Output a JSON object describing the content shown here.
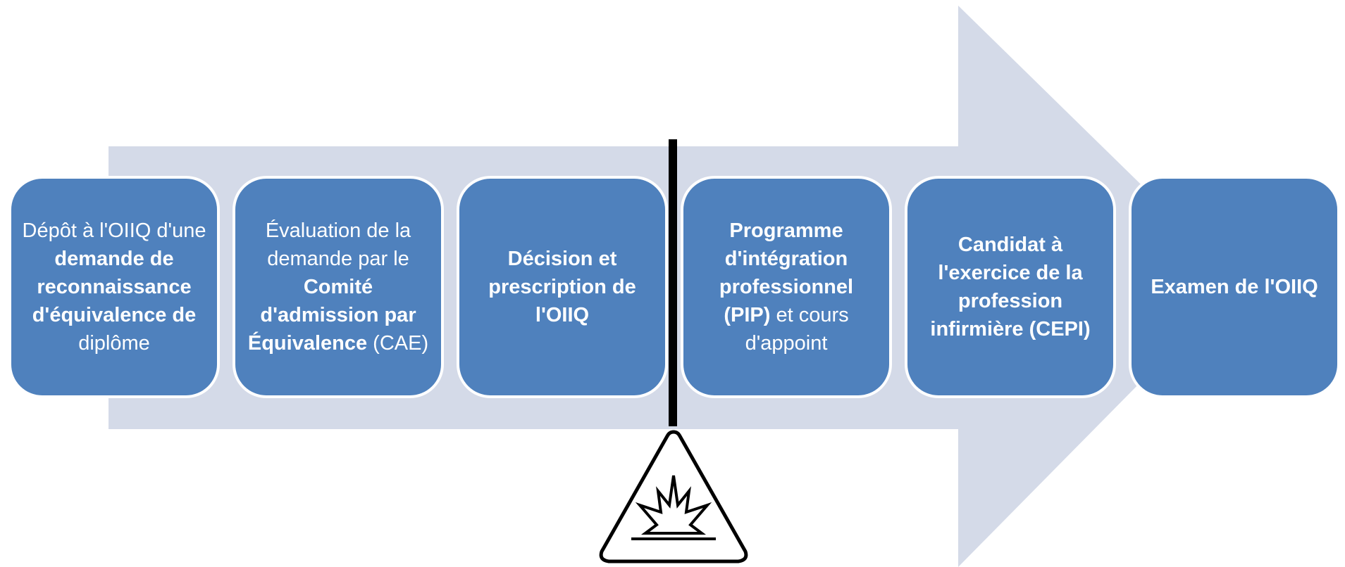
{
  "steps": [
    {
      "id": "step-1",
      "parts": [
        {
          "text": "Dépôt à l'OIIQ d'une ",
          "bold": false
        },
        {
          "text": "demande de reconnaissance d'équivalence de",
          "bold": true
        },
        {
          "text": " diplôme",
          "bold": false
        }
      ]
    },
    {
      "id": "step-2",
      "parts": [
        {
          "text": "Évaluation de la demande par le ",
          "bold": false
        },
        {
          "text": "Comité d'admission par Équivalence",
          "bold": true
        },
        {
          "text": " (CAE)",
          "bold": false
        }
      ]
    },
    {
      "id": "step-3",
      "parts": [
        {
          "text": "Décision et prescription de l'OIIQ",
          "bold": true
        }
      ]
    },
    {
      "id": "step-4",
      "parts": [
        {
          "text": "Programme d'intégration professionnel (PIP)",
          "bold": true
        },
        {
          "text": " et cours d'appoint",
          "bold": false
        }
      ]
    },
    {
      "id": "step-5",
      "parts": [
        {
          "text": "Candidat à l'exercice de la profession infirmière (CEPI)",
          "bold": true
        }
      ]
    },
    {
      "id": "step-6",
      "parts": [
        {
          "text": "Examen de l'OIIQ",
          "bold": true
        }
      ]
    }
  ],
  "colors": {
    "arrow": "#d4dae8",
    "box": "#4f81bd",
    "box_border": "#ffffff",
    "text": "#ffffff",
    "divider": "#000000"
  },
  "icons": {
    "hazard": "explosion-warning-icon"
  }
}
